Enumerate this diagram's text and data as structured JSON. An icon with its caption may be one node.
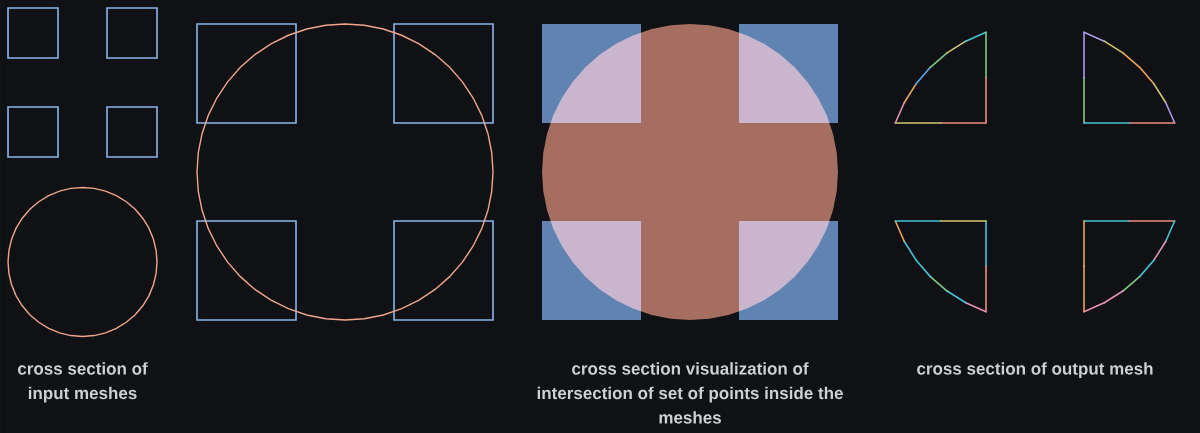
{
  "diagram": {
    "labels": [
      "cross section of input meshes",
      "cross section visualization of intersection of set of points inside the meshes",
      "cross section of output mesh"
    ]
  }
}
